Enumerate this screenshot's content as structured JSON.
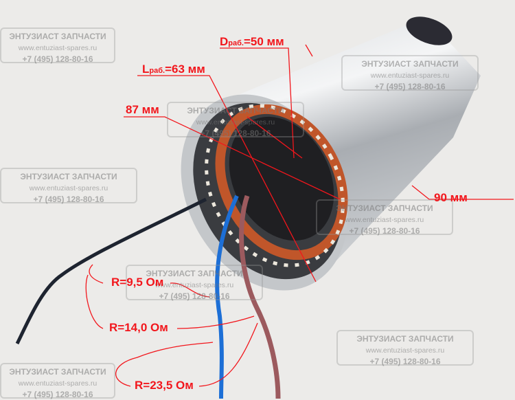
{
  "watermark": {
    "title": "ЭНТУЗИАСТ ЗАПЧАСТИ",
    "url": "www.entuziast-spares.ru",
    "phone": "+7 (495) 128-80-16"
  },
  "labels": {
    "d_work_prefix": "D",
    "d_work_sub": "раб.",
    "d_work_value": "=50 мм",
    "l_work_prefix": "L",
    "l_work_sub": "раб.",
    "l_work_value": "=63 мм",
    "length": "87 мм",
    "diameter": "90 мм",
    "r1": "R=9,5 Ом",
    "r2": "R=14,0 Ом",
    "r3": "R=23,5 Ом"
  },
  "colors": {
    "annotation": "#f2161c",
    "background": "#ecebe9"
  }
}
